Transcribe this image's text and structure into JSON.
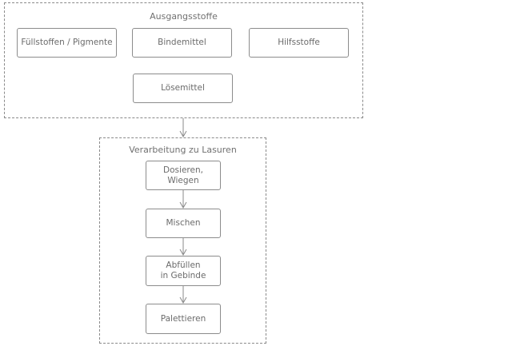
{
  "groups": {
    "inputs": {
      "title": "Ausgangsstoffe",
      "items": [
        "Füllstoffen / Pigmente",
        "Bindemittel",
        "Hilfsstoffe",
        "Lösemittel"
      ]
    },
    "processing": {
      "title": "Verarbeitung zu Lasuren",
      "steps": [
        "Dosieren, Wiegen",
        "Mischen",
        "Abfüllen\nin Gebinde",
        "Palettieren"
      ]
    }
  },
  "colors": {
    "stroke": "#8a8a8a",
    "text": "#6b6b6b"
  }
}
